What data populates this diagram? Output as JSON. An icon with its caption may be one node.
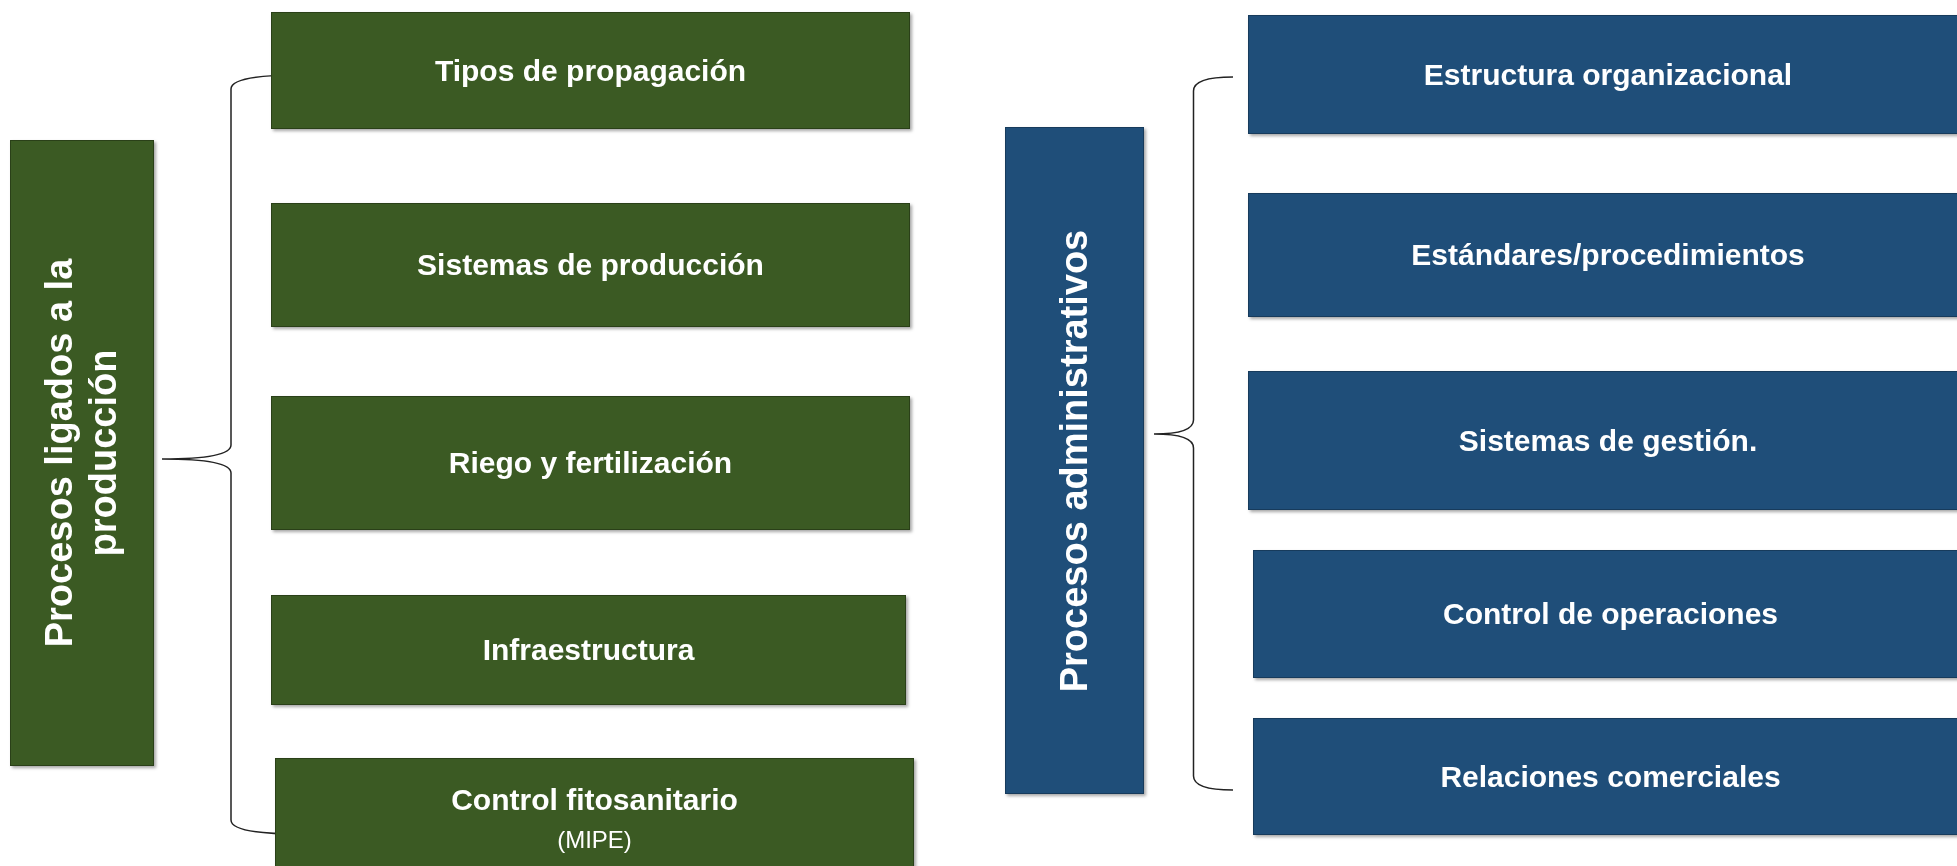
{
  "diagram": {
    "nodes": [
      {
        "text": [
          "Procesos ligados a la producción"
        ]
      },
      {
        "text": [
          "Tipos de propagación"
        ]
      },
      {
        "text": [
          "Sistemas de producción"
        ]
      },
      {
        "text": [
          "Riego y fertilización"
        ]
      },
      {
        "text": [
          "Infraestructura"
        ]
      },
      {
        "text": [
          "Control fitosanitario",
          "(MIPE)"
        ]
      },
      {
        "text": [
          "Procesos administrativos"
        ]
      },
      {
        "text": [
          "Estructura organizacional"
        ]
      },
      {
        "text": [
          "Estándares/procedimientos"
        ]
      },
      {
        "text": [
          "Sistemas de gestión."
        ]
      },
      {
        "text": [
          "Control de operaciones"
        ]
      },
      {
        "text": [
          "Relaciones comerciales"
        ]
      }
    ]
  }
}
